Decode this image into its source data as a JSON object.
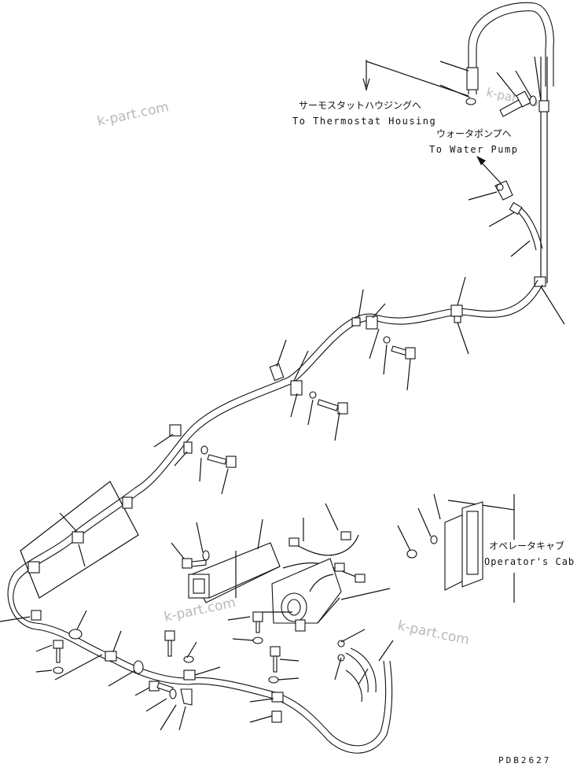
{
  "diagram": {
    "labels": {
      "thermostat_jp": "サーモスタットハウジングへ",
      "thermostat_en": "To Thermostat Housing",
      "water_pump_jp": "ウォータポンプへ",
      "water_pump_en": "To Water Pump",
      "cab_jp": "オペレータキャブ",
      "cab_en": "Operator's Cab"
    },
    "drawing_number": "PDB2627",
    "watermark": "k-part.com"
  }
}
